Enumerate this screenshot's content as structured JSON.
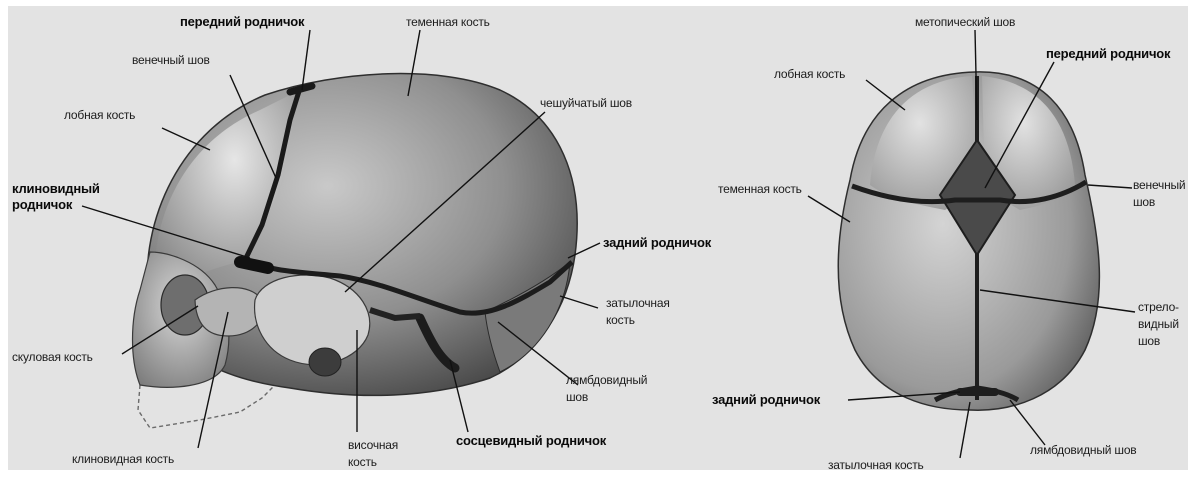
{
  "lateral_view": {
    "anterior_fontanelle": "передний родничок",
    "parietal_bone": "теменная кость",
    "coronal_suture": "венечный шов",
    "frontal_bone": "лобная кость",
    "squamous_suture": "чешуйчатый шов",
    "sphenoid_fontanelle_line1": "клиновидный",
    "sphenoid_fontanelle_line2": "родничок",
    "posterior_fontanelle": "задний родничок",
    "occipital_bone_line1": "затылочная",
    "occipital_bone_line2": "кость",
    "zygomatic_bone": "скуловая кость",
    "lambdoid_suture_line1": "лямбдовидный",
    "lambdoid_suture_line2": "шов",
    "temporal_bone_line1": "височная",
    "temporal_bone_line2": "кость",
    "mastoid_fontanelle": "сосцевидный родничок",
    "sphenoid_bone": "клиновидная кость"
  },
  "top_view": {
    "metopic_suture": "метопический шов",
    "anterior_fontanelle": "передний родничок",
    "frontal_bone": "лобная кость",
    "parietal_bone": "теменная кость",
    "coronal_suture_line1": "венечный",
    "coronal_suture_line2": "шов",
    "sagittal_suture_line1": "стрело-",
    "sagittal_suture_line2": "видный",
    "sagittal_suture_line3": "шов",
    "posterior_fontanelle": "задний родничок",
    "occipital_bone": "затылочная кость",
    "lambdoid_suture": "лямбдовидный шов"
  }
}
